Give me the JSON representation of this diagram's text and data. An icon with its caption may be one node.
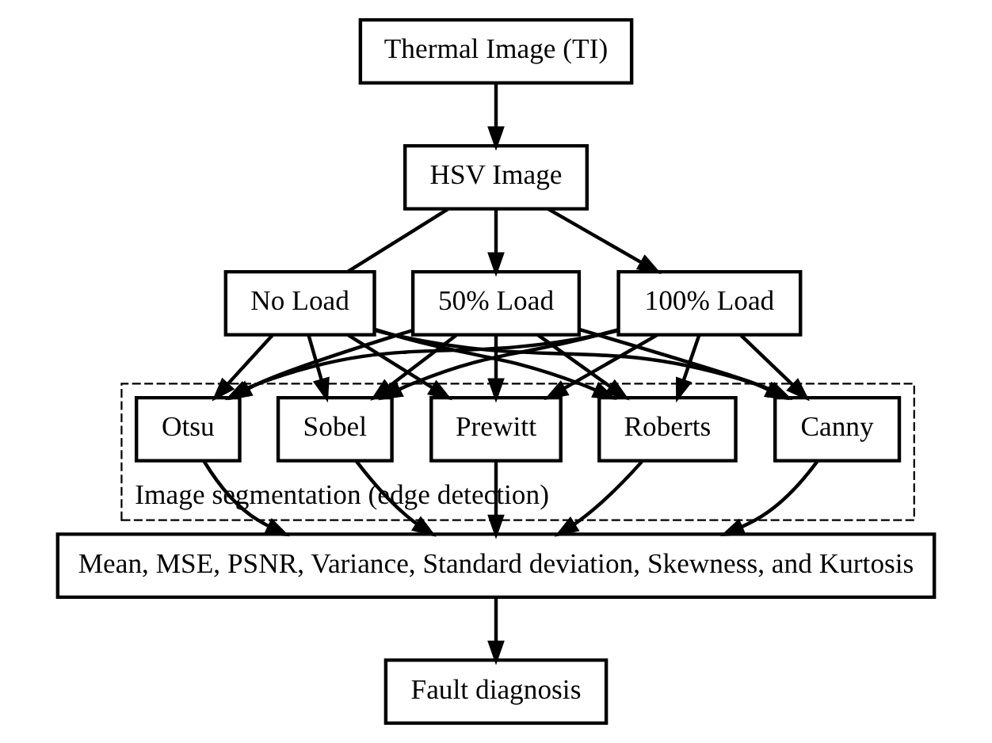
{
  "diagram": {
    "nodes": [
      {
        "text": [
          "Thermal Image (TI)"
        ]
      },
      {
        "text": [
          "HSV Image"
        ]
      },
      {
        "text": [
          "No Load"
        ]
      },
      {
        "text": [
          "50% Load"
        ]
      },
      {
        "text": [
          "100% Load"
        ]
      },
      {
        "text": [
          "Image segmentation (edge detection)"
        ]
      },
      {
        "text": [
          "Sobel"
        ],
        "in": 5
      },
      {
        "text": [
          "Prewitt"
        ],
        "in": 5
      },
      {
        "text": [
          "Roberts"
        ],
        "in": 5
      },
      {
        "text": [
          "Canny"
        ],
        "in": 5
      },
      {
        "text": [
          "Otsu"
        ],
        "in": 5
      },
      {
        "text": [
          "Mean, MSE, PSNR, Variance, Standard deviation, Skewness, and Kurtosis"
        ]
      },
      {
        "text": [
          "Fault diagnosis"
        ]
      }
    ],
    "edges": [
      {
        "from": 0,
        "to": 1,
        "arrow": "to"
      },
      {
        "from": 1,
        "to": 2,
        "arrow": "none"
      },
      {
        "from": 1,
        "to": 3,
        "arrow": "to"
      },
      {
        "from": 1,
        "to": 4,
        "arrow": "to"
      },
      {
        "from": 2,
        "to": 6,
        "arrow": "to"
      },
      {
        "from": 2,
        "to": 7,
        "arrow": "to"
      },
      {
        "from": 2,
        "to": 8,
        "arrow": "to"
      },
      {
        "from": 2,
        "to": 9,
        "arrow": "to"
      },
      {
        "from": 2,
        "to": 10,
        "arrow": "to"
      },
      {
        "from": 3,
        "to": 6,
        "arrow": "to"
      },
      {
        "from": 3,
        "to": 7,
        "arrow": "to"
      },
      {
        "from": 3,
        "to": 8,
        "arrow": "to"
      },
      {
        "from": 3,
        "to": 9,
        "arrow": "to"
      },
      {
        "from": 3,
        "to": 10,
        "arrow": "to"
      },
      {
        "from": 4,
        "to": 6,
        "arrow": "to"
      },
      {
        "from": 4,
        "to": 7,
        "arrow": "to"
      },
      {
        "from": 4,
        "to": 8,
        "arrow": "to"
      },
      {
        "from": 4,
        "to": 9,
        "arrow": "to"
      },
      {
        "from": 4,
        "to": 10,
        "arrow": "to"
      },
      {
        "from": 6,
        "to": 11,
        "arrow": "to"
      },
      {
        "from": 7,
        "to": 11,
        "arrow": "to"
      },
      {
        "from": 8,
        "to": 11,
        "arrow": "to"
      },
      {
        "from": 9,
        "to": 11,
        "arrow": "to"
      },
      {
        "from": 10,
        "to": 11,
        "arrow": "to"
      },
      {
        "from": 11,
        "to": 12,
        "arrow": "to"
      }
    ]
  }
}
